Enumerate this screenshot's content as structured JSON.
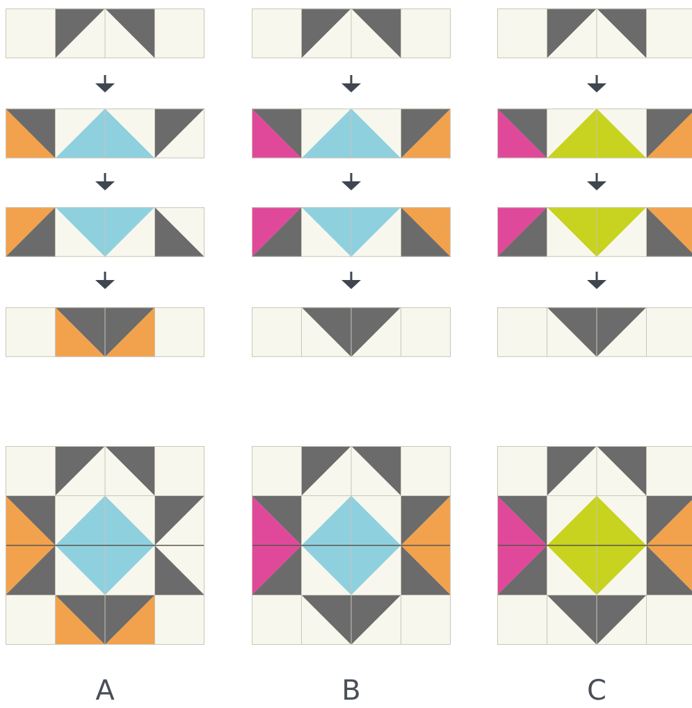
{
  "colors": {
    "cream": "#f8f7ed",
    "gray": "#6b6b6b",
    "seam": "#c9c5b8",
    "arrow": "#3f4650",
    "blue": "#8fd0df",
    "orange": "#f2a24c",
    "magenta": "#e0499a",
    "lime": "#c7d31e"
  },
  "columns": [
    {
      "label": "A",
      "rows": [
        [
          {
            "type": "plain"
          },
          {
            "type": "hst",
            "diag": "up",
            "tl": "gray",
            "br": "cream"
          },
          {
            "type": "hst",
            "diag": "down",
            "tr": "gray",
            "bl": "cream"
          },
          {
            "type": "plain"
          }
        ],
        [
          {
            "type": "hst",
            "diag": "down",
            "tr": "gray",
            "bl": "orange"
          },
          {
            "type": "hst",
            "diag": "up",
            "tl": "cream",
            "br": "blue"
          },
          {
            "type": "hst",
            "diag": "down",
            "tr": "cream",
            "bl": "blue"
          },
          {
            "type": "hst",
            "diag": "up",
            "tl": "gray",
            "br": "cream"
          }
        ],
        [
          {
            "type": "hst",
            "diag": "up",
            "tl": "orange",
            "br": "gray"
          },
          {
            "type": "hst",
            "diag": "down",
            "tr": "blue",
            "bl": "cream"
          },
          {
            "type": "hst",
            "diag": "up",
            "tl": "blue",
            "br": "cream"
          },
          {
            "type": "hst",
            "diag": "down",
            "tr": "cream",
            "bl": "gray"
          }
        ],
        [
          {
            "type": "plain"
          },
          {
            "type": "hst",
            "diag": "down",
            "tr": "gray",
            "bl": "orange"
          },
          {
            "type": "hst",
            "diag": "up",
            "tl": "gray",
            "br": "orange"
          },
          {
            "type": "plain"
          }
        ]
      ]
    },
    {
      "label": "B",
      "rows": [
        [
          {
            "type": "plain"
          },
          {
            "type": "hst",
            "diag": "up",
            "tl": "gray",
            "br": "cream"
          },
          {
            "type": "hst",
            "diag": "down",
            "tr": "gray",
            "bl": "cream"
          },
          {
            "type": "plain"
          }
        ],
        [
          {
            "type": "hst",
            "diag": "down",
            "tr": "gray",
            "bl": "magenta"
          },
          {
            "type": "hst",
            "diag": "up",
            "tl": "cream",
            "br": "blue"
          },
          {
            "type": "hst",
            "diag": "down",
            "tr": "cream",
            "bl": "blue"
          },
          {
            "type": "hst",
            "diag": "up",
            "tl": "gray",
            "br": "orange"
          }
        ],
        [
          {
            "type": "hst",
            "diag": "up",
            "tl": "magenta",
            "br": "gray"
          },
          {
            "type": "hst",
            "diag": "down",
            "tr": "blue",
            "bl": "cream"
          },
          {
            "type": "hst",
            "diag": "up",
            "tl": "blue",
            "br": "cream"
          },
          {
            "type": "hst",
            "diag": "down",
            "tr": "orange",
            "bl": "gray"
          }
        ],
        [
          {
            "type": "plain"
          },
          {
            "type": "hst",
            "diag": "down",
            "tr": "gray",
            "bl": "cream"
          },
          {
            "type": "hst",
            "diag": "up",
            "tl": "gray",
            "br": "cream"
          },
          {
            "type": "plain"
          }
        ]
      ]
    },
    {
      "label": "C",
      "rows": [
        [
          {
            "type": "plain"
          },
          {
            "type": "hst",
            "diag": "up",
            "tl": "gray",
            "br": "cream"
          },
          {
            "type": "hst",
            "diag": "down",
            "tr": "gray",
            "bl": "cream"
          },
          {
            "type": "plain"
          }
        ],
        [
          {
            "type": "hst",
            "diag": "down",
            "tr": "gray",
            "bl": "magenta"
          },
          {
            "type": "hst",
            "diag": "up",
            "tl": "cream",
            "br": "lime"
          },
          {
            "type": "hst",
            "diag": "down",
            "tr": "cream",
            "bl": "lime"
          },
          {
            "type": "hst",
            "diag": "up",
            "tl": "gray",
            "br": "orange"
          }
        ],
        [
          {
            "type": "hst",
            "diag": "up",
            "tl": "magenta",
            "br": "gray"
          },
          {
            "type": "hst",
            "diag": "down",
            "tr": "lime",
            "bl": "cream"
          },
          {
            "type": "hst",
            "diag": "up",
            "tl": "lime",
            "br": "cream"
          },
          {
            "type": "hst",
            "diag": "down",
            "tr": "orange",
            "bl": "gray"
          }
        ],
        [
          {
            "type": "plain"
          },
          {
            "type": "hst",
            "diag": "down",
            "tr": "gray",
            "bl": "cream"
          },
          {
            "type": "hst",
            "diag": "up",
            "tl": "gray",
            "br": "cream"
          },
          {
            "type": "plain"
          }
        ]
      ]
    }
  ]
}
